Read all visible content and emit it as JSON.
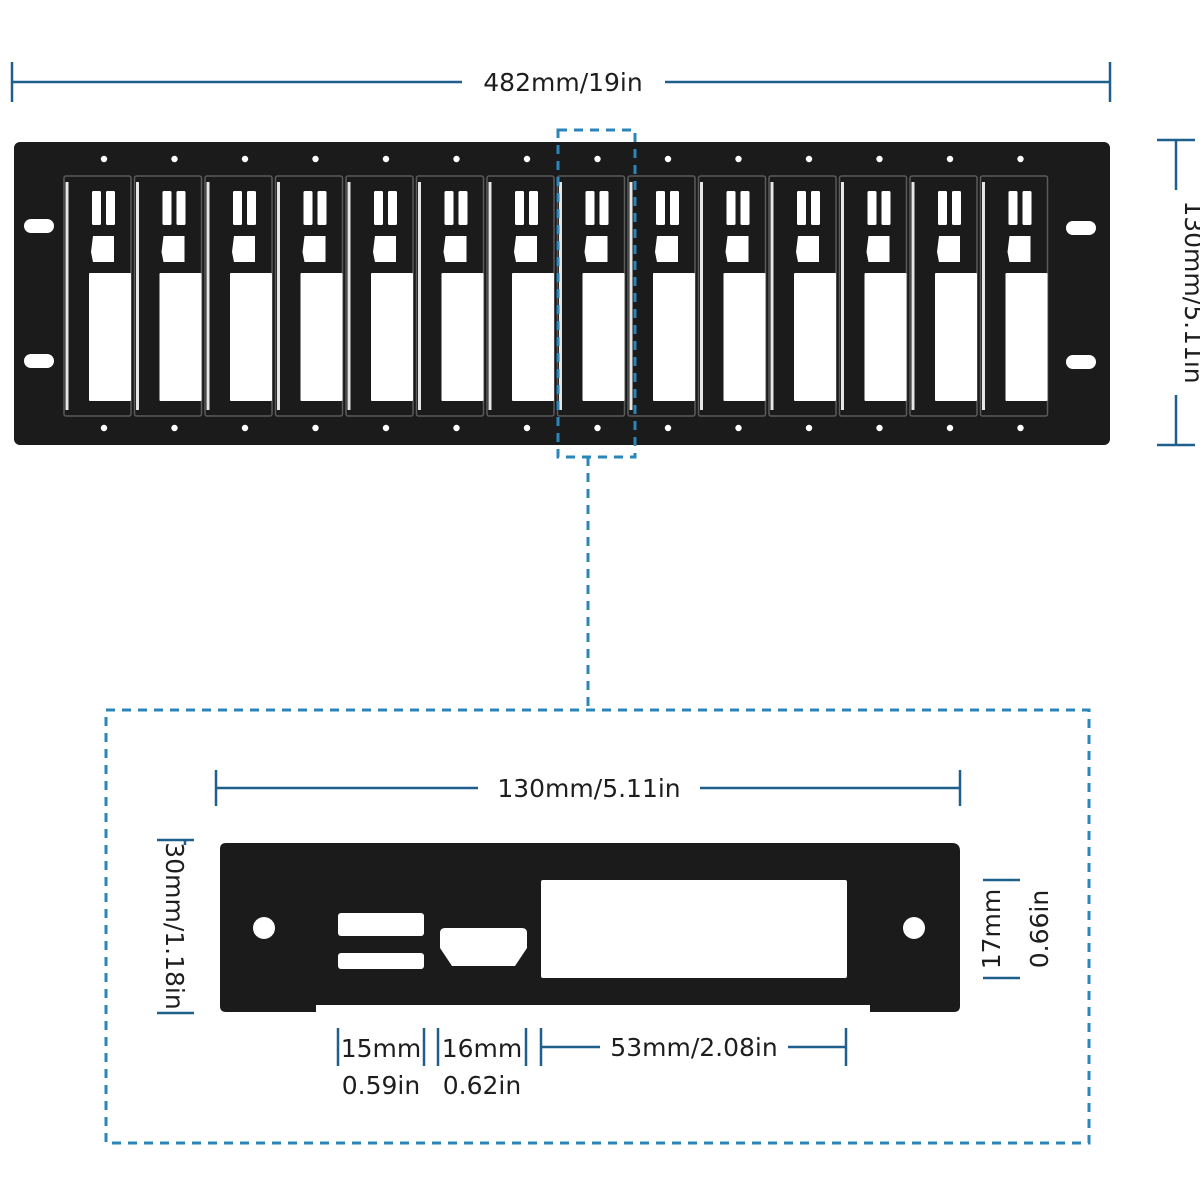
{
  "rack_panel": {
    "width_label": "482mm/19in",
    "height_label": "130mm/5.11in",
    "slot_count": 14,
    "highlighted_slot": 8
  },
  "detail_plate": {
    "width_label": "130mm/5.11in",
    "height_label": "30mm/1.18in",
    "opening_height_mm": "17mm",
    "opening_height_in": "0.66in",
    "usb_width_mm": "15mm",
    "usb_width_in": "0.59in",
    "hdmi_width_mm": "16mm",
    "hdmi_width_in": "0.62in",
    "window_width_label": "53mm/2.08in"
  },
  "colors": {
    "panel": "#1b1b1b",
    "dimension_line": "#1f5f8b",
    "highlight_dash": "#2b86b8"
  }
}
